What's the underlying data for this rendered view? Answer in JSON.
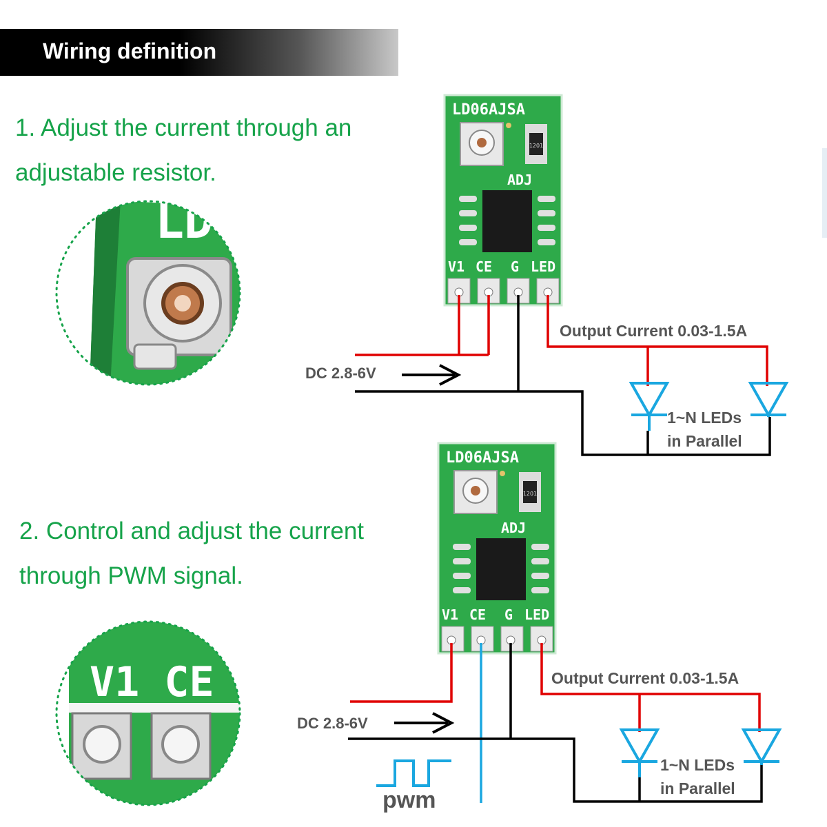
{
  "header": {
    "title": "Wiring definition"
  },
  "step1": {
    "line1": "1. Adjust the current through an",
    "line2": "adjustable resistor."
  },
  "step2": {
    "line1": "2. Control and adjust the current",
    "line2": "through PWM signal."
  },
  "board": {
    "model": "LD06AJSA",
    "adj_label": "ADJ",
    "pins": [
      "V1",
      "CE",
      "G",
      "LED"
    ],
    "resistor_marking": "1201"
  },
  "diagram1": {
    "input_label": "DC 2.8-6V",
    "output_label": "Output Current 0.03-1.5A",
    "leds_label_line1": "1~N LEDs",
    "leds_label_line2": "in Parallel"
  },
  "diagram2": {
    "input_label": "DC 2.8-6V",
    "output_label": "Output Current 0.03-1.5A",
    "leds_label_line1": "1~N LEDs",
    "leds_label_line2": "in Parallel",
    "pwm_label": "pwm"
  },
  "zoom1": {
    "text": "LD"
  },
  "zoom2": {
    "text": "V1 CE"
  },
  "colors": {
    "positive_wire": "#e00000",
    "ground_wire": "#000000",
    "led_symbol": "#1aa7e0",
    "pwm_wire": "#1aa7e0",
    "pcb_green": "#2eaa4a",
    "step_text": "#16a34a",
    "label_gray": "#555555"
  }
}
